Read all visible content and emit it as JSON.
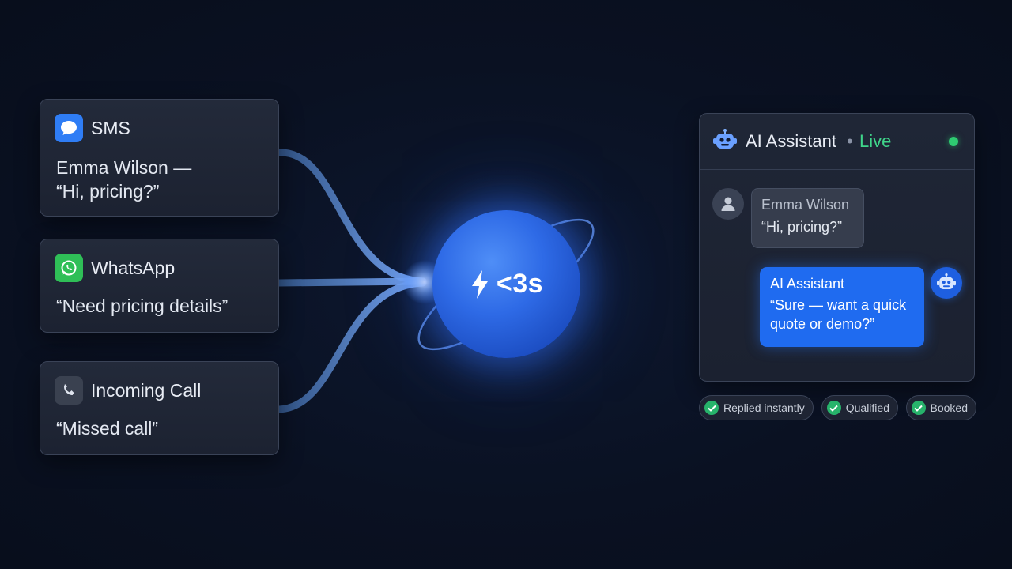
{
  "channels": [
    {
      "app": "SMS",
      "message": [
        "Emma Wilson —",
        "“Hi, pricing?”"
      ],
      "icon": "chat-bubble-icon"
    },
    {
      "app": "WhatsApp",
      "message": [
        "“Need pricing details”"
      ],
      "icon": "whatsapp-icon"
    },
    {
      "app": "Incoming Call",
      "message": [
        "“Missed call”"
      ],
      "icon": "phone-icon"
    }
  ],
  "core": {
    "label": "<3s",
    "icon": "lightning-icon"
  },
  "assistant": {
    "title": "AI Assistant",
    "separator": "•",
    "status": "Live",
    "incoming": {
      "sender": "Emma Wilson",
      "text": "“Hi, pricing?”"
    },
    "reply": {
      "sender": "AI Assistant",
      "text": "“Sure — want a quick quote or demo?”"
    }
  },
  "badges": [
    "Replied instantly",
    "Qualified",
    "Booked"
  ],
  "colors": {
    "background": "#0a1122",
    "accent_blue": "#1f6bf0",
    "live_green": "#3fd58a",
    "check_green": "#27b36b"
  }
}
